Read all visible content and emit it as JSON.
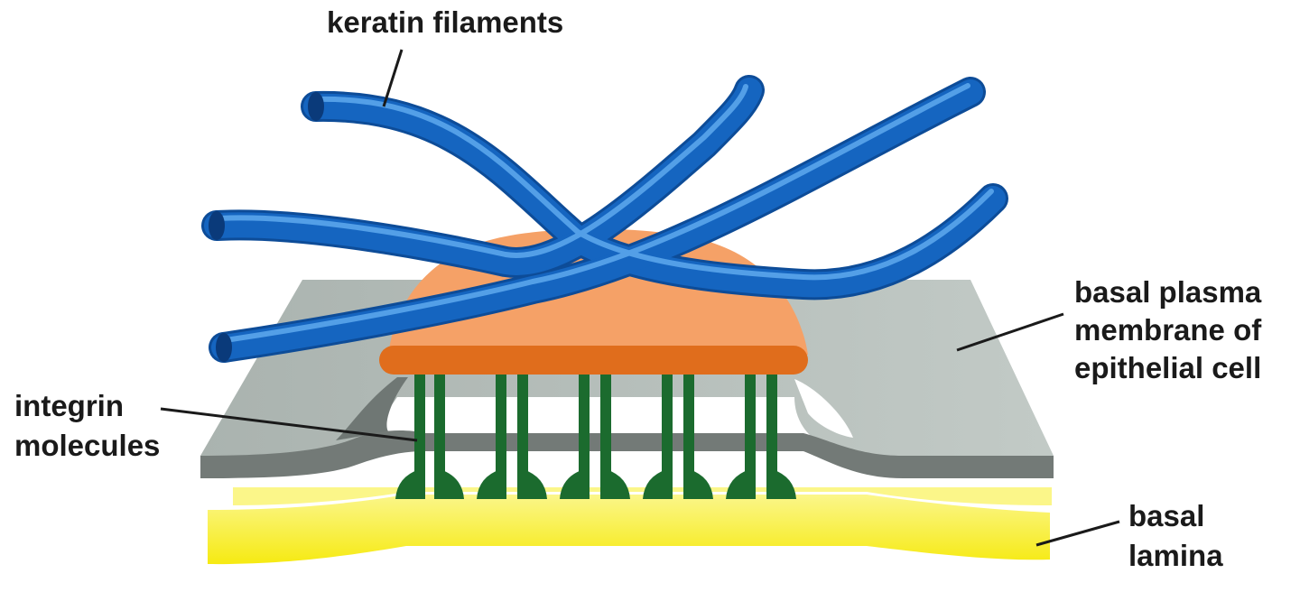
{
  "labels": {
    "keratin": "keratin filaments",
    "membrane_line1": "basal plasma",
    "membrane_line2": "membrane of",
    "membrane_line3": "epithelial cell",
    "integrin_line1": "integrin",
    "integrin_line2": "molecules",
    "lamina_line1": "basal",
    "lamina_line2": "lamina"
  },
  "colors": {
    "keratin": "#1565c0",
    "keratin_highlight": "#5aa6ec",
    "plaque": "#f5a167",
    "plaque_base": "#e06d1c",
    "integrin": "#1b6b2e",
    "membrane_top": "#b9c2be",
    "membrane_edge": "#737a77",
    "lamina_top": "#fbf57a",
    "lamina_front": "#f7ec0e"
  },
  "integrin_count": 10
}
